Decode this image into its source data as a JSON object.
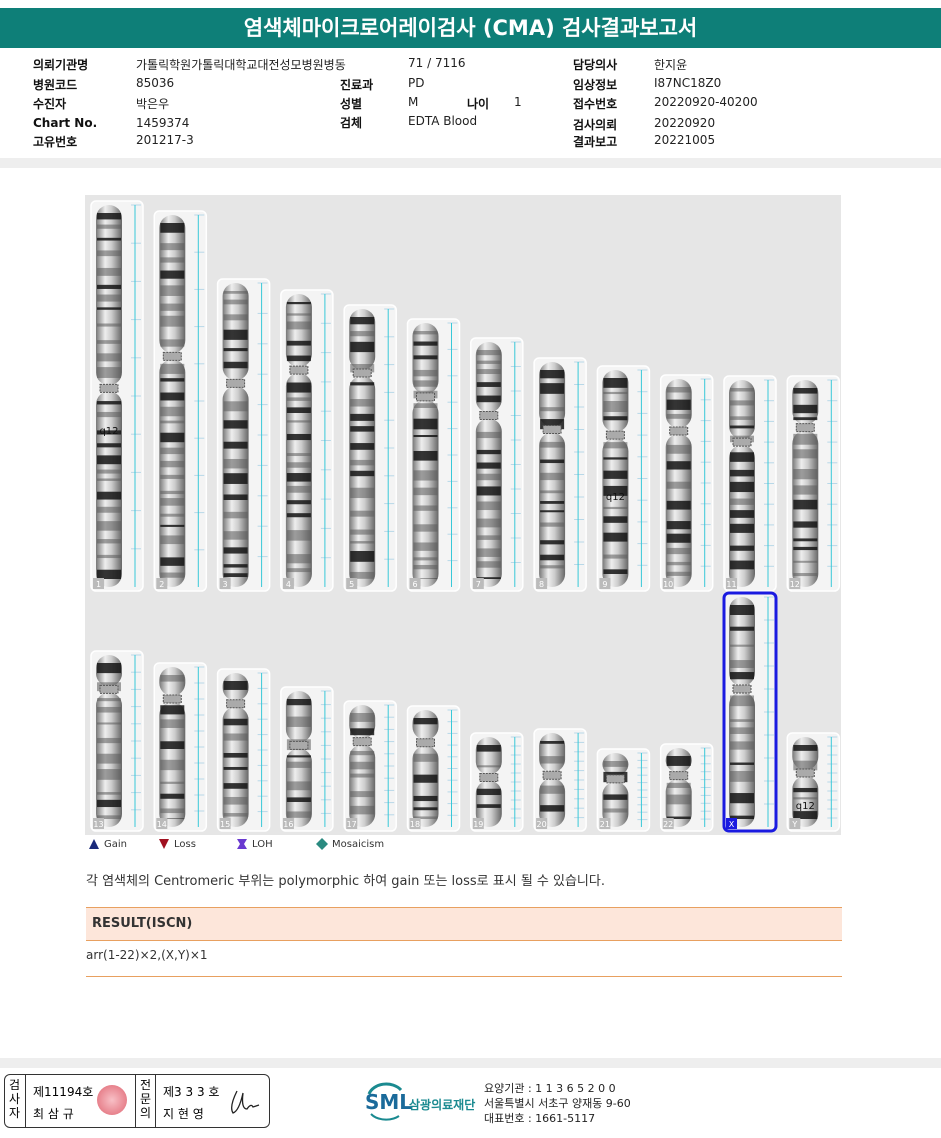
{
  "title": "염색체마이크로어레이검사 (CMA) 검사결과보고서",
  "info": {
    "institution_label": "의뢰기관명",
    "institution": "가톨릭학원가톨릭대학교대전성모병원병동",
    "ward": "71 / 7116",
    "doctor_label": "담당의사",
    "doctor": "한지윤",
    "hospital_code_label": "병원코드",
    "hospital_code": "85036",
    "dept_label": "진료과",
    "dept": "PD",
    "clinical_label": "임상정보",
    "clinical": "I87NC18Z0",
    "patient_label": "수진자",
    "patient": "박은우",
    "sex_label": "성별",
    "sex": "M",
    "age_label": "나이",
    "age": "1",
    "receipt_label": "접수번호",
    "receipt": "20220920-40200",
    "chart_label": "Chart No.",
    "chart": "1459374",
    "specimen_label": "검체",
    "specimen": "EDTA Blood",
    "request_label": "검사의뢰",
    "request": "20220920",
    "unique_label": "고유번호",
    "unique": "201217-3",
    "report_label": "결과보고",
    "report": "20221005"
  },
  "karyogram": {
    "row1": [
      "1",
      "2",
      "3",
      "4",
      "5",
      "6",
      "7",
      "8",
      "9",
      "10",
      "11",
      "12"
    ],
    "row2": [
      "13",
      "14",
      "15",
      "16",
      "17",
      "18",
      "19",
      "20",
      "21",
      "22",
      "X",
      "Y"
    ],
    "band_labels": {
      "1": "q12",
      "9": "q12",
      "Y": "q12"
    },
    "highlight": "X",
    "colors": {
      "highlight": "#1a1ae0",
      "cyan": "#38c8d8"
    }
  },
  "legend": [
    {
      "label": "Gain",
      "icon": "triangle-up",
      "color": "#1a2a7a"
    },
    {
      "label": "Loss",
      "icon": "triangle-down",
      "color": "#a01020"
    },
    {
      "label": "LOH",
      "icon": "x-shape",
      "color": "#6a3ad0"
    },
    {
      "label": "Mosaicism",
      "icon": "diamond",
      "color": "#2a8a80"
    }
  ],
  "note": "각 염색체의 Centromeric 부위는 polymorphic 하여 gain 또는 loss로 표시 될 수 있습니다.",
  "result": {
    "header": "RESULT(ISCN)",
    "value": "arr(1-22)×2,(X,Y)×1"
  },
  "signature": {
    "examiner_label": "검사자",
    "examiner_no": "제11194호",
    "examiner": "최 삼 규",
    "specialist_label": "전문의",
    "specialist_no": "제3 3 3 호",
    "specialist": "지 현 영"
  },
  "footer": {
    "logo": "SML",
    "org": "삼광의료재단",
    "code": "요양기관 : 1 1 3 6 5 2 0 0",
    "address": "서울특별시 서초구 양재동 9-60",
    "phone": "대표번호 : 1661-5117"
  }
}
